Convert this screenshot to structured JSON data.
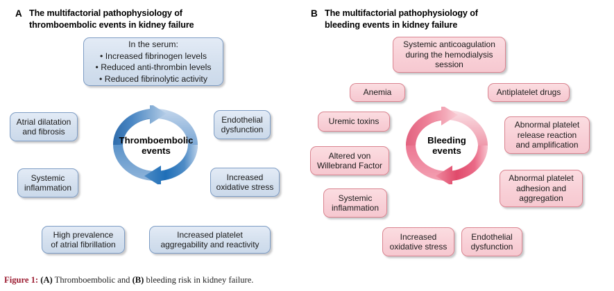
{
  "figure": {
    "caption_label": "Figure 1:",
    "caption_a_tag": "(A)",
    "caption_text_1": " Thromboembolic and ",
    "caption_b_tag": "(B)",
    "caption_text_2": " bleeding risk in kidney failure."
  },
  "colors": {
    "blue_fill": "#d4e0ee",
    "blue_border": "#7d9cc4",
    "blue_arrow_dark": "#1f6fb8",
    "blue_arrow_light": "#a9c6e3",
    "pink_fill": "#f8cfd6",
    "pink_border": "#d9838f",
    "pink_arrow_dark": "#e04a6b",
    "pink_arrow_light": "#f7b8c2",
    "caption_accent": "#9b1b30"
  },
  "panel_a": {
    "letter": "A",
    "title": "The multifactorial pathophysiology of\nthromboembolic events in kidney failure",
    "cycle_label": "Thromboembolic\nevents",
    "serum_box": "In the serum:\n• Increased fibrinogen levels\n• Reduced anti-thrombin levels\n• Reduced fibrinolytic activity",
    "nodes": [
      {
        "id": "atrial-dilatation",
        "text": "Atrial dilatation\nand fibrosis"
      },
      {
        "id": "systemic-inflammation",
        "text": "Systemic\ninflammation"
      },
      {
        "id": "endothelial-dysfunction",
        "text": "Endothelial\ndysfunction"
      },
      {
        "id": "increased-oxidative-stress",
        "text": "Increased\noxidative stress"
      },
      {
        "id": "high-prevalence-af",
        "text": "High prevalence\nof atrial fibrillation"
      },
      {
        "id": "increased-platelet-aggregability",
        "text": "Increased platelet\naggregability and reactivity"
      }
    ]
  },
  "panel_b": {
    "letter": "B",
    "title": "The multifactorial pathophysiology of\nbleeding events in kidney failure",
    "cycle_label": "Bleeding\nevents",
    "nodes": [
      {
        "id": "systemic-anticoagulation",
        "text": "Systemic anticoagulation\nduring the hemodialysis\nsession"
      },
      {
        "id": "anemia",
        "text": "Anemia"
      },
      {
        "id": "antiplatelet-drugs",
        "text": "Antiplatelet drugs"
      },
      {
        "id": "uremic-toxins",
        "text": "Uremic toxins"
      },
      {
        "id": "altered-von-willebrand",
        "text": "Altered von\nWillebrand Factor"
      },
      {
        "id": "systemic-inflammation-b",
        "text": "Systemic\ninflammation"
      },
      {
        "id": "abnormal-platelet-release",
        "text": "Abnormal platelet\nrelease reaction\nand amplification"
      },
      {
        "id": "abnormal-platelet-adhesion",
        "text": "Abnormal platelet\nadhesion and\naggregation"
      },
      {
        "id": "increased-oxidative-stress-b",
        "text": "Increased\noxidative stress"
      },
      {
        "id": "endothelial-dysfunction-b",
        "text": "Endothelial\ndysfunction"
      }
    ]
  }
}
